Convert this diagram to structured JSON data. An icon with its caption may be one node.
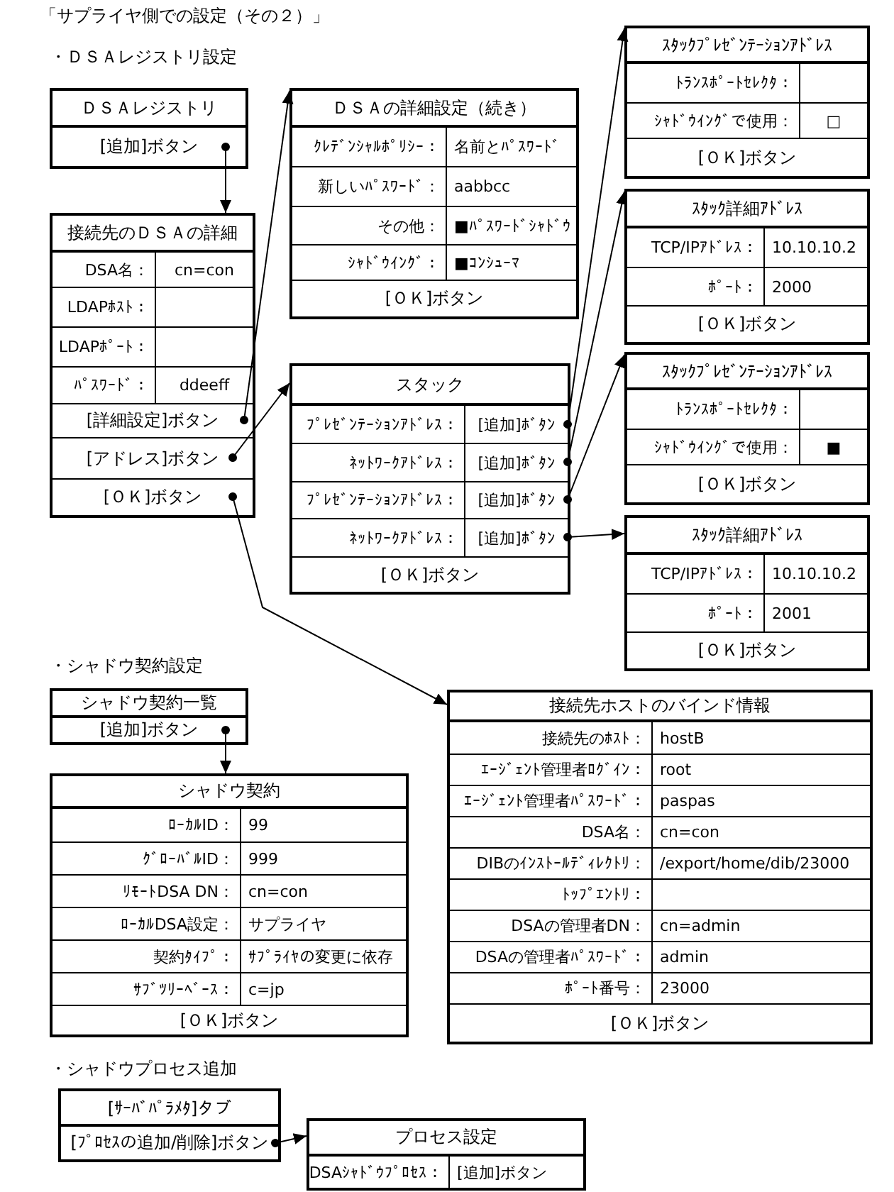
{
  "diagram": {
    "title": "「サプライヤ側での設定（その２）」",
    "nodes": [
      {
        "text": [
          "ＤＳＡレジストリ"
        ]
      },
      {
        "text": [
          "[追加]ボタン"
        ],
        "in": 0
      },
      {
        "text": [
          "接続先のＤＳＡの詳細"
        ]
      },
      {
        "text": [
          "DSA名：",
          "cn=con"
        ],
        "in": 2
      },
      {
        "text": [
          "LDAPﾎｽﾄ："
        ],
        "in": 2
      },
      {
        "text": [
          "LDAPﾎﾟｰﾄ："
        ],
        "in": 2
      },
      {
        "text": [
          "ﾊﾟｽﾜｰﾄﾞ：",
          "ddeeff"
        ],
        "in": 2
      },
      {
        "text": [
          "[詳細設定]ボタン"
        ],
        "in": 2
      },
      {
        "text": [
          "[アドレス]ボタン"
        ],
        "in": 2
      },
      {
        "text": [
          "[ＯＫ]ボタン"
        ],
        "in": 2
      },
      {
        "text": [
          "ＤＳＡの詳細設定（続き）"
        ]
      },
      {
        "text": [
          "ｸﾚﾃﾞﾝｼｬﾙﾎﾟﾘｼｰ：",
          "名前とﾊﾟｽﾜｰﾄﾞ"
        ],
        "in": 10
      },
      {
        "text": [
          "新しいﾊﾟｽﾜｰﾄﾞ：",
          "aabbcc"
        ],
        "in": 10
      },
      {
        "text": [
          "その他：",
          "■ﾊﾟｽﾜｰﾄﾞｼｬﾄﾞｳ"
        ],
        "in": 10
      },
      {
        "text": [
          "ｼｬﾄﾞｳｲﾝｸﾞ：",
          "■ｺﾝｼｭｰﾏ"
        ],
        "in": 10
      },
      {
        "text": [
          "[ＯＫ]ボタン"
        ],
        "in": 10
      },
      {
        "text": [
          "スタック"
        ]
      },
      {
        "text": [
          "ﾌﾟﾚｾﾞﾝﾃｰｼｮﾝｱﾄﾞﾚｽ：",
          "[追加]ﾎﾞﾀﾝ"
        ],
        "in": 16
      },
      {
        "text": [
          "ﾈｯﾄﾜｰｸｱﾄﾞﾚｽ：",
          "[追加]ﾎﾞﾀﾝ"
        ],
        "in": 16
      },
      {
        "text": [
          "ﾌﾟﾚｾﾞﾝﾃｰｼｮﾝｱﾄﾞﾚｽ：",
          "[追加]ﾎﾞﾀﾝ"
        ],
        "in": 16
      },
      {
        "text": [
          "ﾈｯﾄﾜｰｸｱﾄﾞﾚｽ：",
          "[追加]ﾎﾞﾀﾝ"
        ],
        "in": 16
      },
      {
        "text": [
          "[ＯＫ]ボタン"
        ],
        "in": 16
      },
      {
        "text": [
          "ｽﾀｯｸﾌﾟﾚｾﾞﾝﾃｰｼｮﾝｱﾄﾞﾚｽ"
        ]
      },
      {
        "text": [
          "ﾄﾗﾝｽﾎﾟｰﾄｾﾚｸﾀ："
        ],
        "in": 22
      },
      {
        "text": [
          "ｼｬﾄﾞｳｲﾝｸﾞで使用：",
          "□"
        ],
        "in": 22
      },
      {
        "text": [
          "[ＯＫ]ボタン"
        ],
        "in": 22
      },
      {
        "text": [
          "ｽﾀｯｸ詳細ｱﾄﾞﾚｽ"
        ]
      },
      {
        "text": [
          "TCP/IPｱﾄﾞﾚｽ：",
          "10.10.10.2"
        ],
        "in": 26
      },
      {
        "text": [
          "ﾎﾟｰﾄ：",
          "2000"
        ],
        "in": 26
      },
      {
        "text": [
          "[ＯＫ]ボタン"
        ],
        "in": 26
      },
      {
        "text": [
          "ｽﾀｯｸﾌﾟﾚｾﾞﾝﾃｰｼｮﾝｱﾄﾞﾚｽ"
        ]
      },
      {
        "text": [
          "ﾄﾗﾝｽﾎﾟｰﾄｾﾚｸﾀ："
        ],
        "in": 30
      },
      {
        "text": [
          "ｼｬﾄﾞｳｲﾝｸﾞで使用：",
          "■"
        ],
        "in": 30
      },
      {
        "text": [
          "[ＯＫ]ボタン"
        ],
        "in": 30
      },
      {
        "text": [
          "ｽﾀｯｸ詳細ｱﾄﾞﾚｽ"
        ]
      },
      {
        "text": [
          "TCP/IPｱﾄﾞﾚｽ：",
          "10.10.10.2"
        ],
        "in": 34
      },
      {
        "text": [
          "ﾎﾟｰﾄ：",
          "2001"
        ],
        "in": 34
      },
      {
        "text": [
          "[ＯＫ]ボタン"
        ],
        "in": 34
      },
      {
        "text": [
          "シャドウ契約一覧"
        ]
      },
      {
        "text": [
          "[追加]ボタン"
        ],
        "in": 38
      },
      {
        "text": [
          "シャドウ契約"
        ]
      },
      {
        "text": [
          "ﾛｰｶﾙID：",
          "99"
        ],
        "in": 40
      },
      {
        "text": [
          "ｸﾞﾛｰﾊﾞﾙID：",
          "999"
        ],
        "in": 40
      },
      {
        "text": [
          "ﾘﾓｰﾄDSA DN：",
          "cn=con"
        ],
        "in": 40
      },
      {
        "text": [
          "ﾛｰｶﾙDSA設定：",
          "サプライヤ"
        ],
        "in": 40
      },
      {
        "text": [
          "契約ﾀｲﾌﾟ：",
          "ｻﾌﾟﾗｲﾔの変更に依存"
        ],
        "in": 40
      },
      {
        "text": [
          "ｻﾌﾞﾂﾘｰﾍﾞｰｽ：",
          "c=jp"
        ],
        "in": 40
      },
      {
        "text": [
          "[ＯＫ]ボタン"
        ],
        "in": 40
      },
      {
        "text": [
          "接続先ホストのバインド情報"
        ]
      },
      {
        "text": [
          "接続先のﾎｽﾄ：",
          "hostB"
        ],
        "in": 48
      },
      {
        "text": [
          "ｴｰｼﾞｪﾝﾄ管理者ﾛｸﾞｲﾝ：",
          "root"
        ],
        "in": 48
      },
      {
        "text": [
          "ｴｰｼﾞｪﾝﾄ管理者ﾊﾟｽﾜｰﾄﾞ：",
          "paspas"
        ],
        "in": 48
      },
      {
        "text": [
          "DSA名：",
          "cn=con"
        ],
        "in": 48
      },
      {
        "text": [
          "DIBのｲﾝｽﾄｰﾙﾃﾞｨﾚｸﾄﾘ：",
          "/export/home/dib/23000"
        ],
        "in": 48
      },
      {
        "text": [
          "ﾄｯﾌﾟｴﾝﾄﾘ："
        ],
        "in": 48
      },
      {
        "text": [
          "DSAの管理者DN：",
          "cn=admin"
        ],
        "in": 48
      },
      {
        "text": [
          "DSAの管理者ﾊﾟｽﾜｰﾄﾞ：",
          "admin"
        ],
        "in": 48
      },
      {
        "text": [
          "ﾎﾟｰﾄ番号：",
          "23000"
        ],
        "in": 48
      },
      {
        "text": [
          "[ＯＫ]ボタン"
        ],
        "in": 48
      },
      {
        "text": [
          "[ｻｰﾊﾞﾊﾟﾗﾒﾀ]タブ"
        ]
      },
      {
        "text": [
          "[ﾌﾟﾛｾｽの追加/削除]ボタン"
        ],
        "in": 59
      },
      {
        "text": [
          "プロセス設定"
        ]
      },
      {
        "text": [
          "DSAｼｬﾄﾞｳﾌﾟﾛｾｽ：",
          "[追加]ボタン"
        ],
        "in": 61
      }
    ],
    "edges": [
      {
        "from": 1,
        "to": 2,
        "arrow": "to"
      },
      {
        "from": 7,
        "to": 10,
        "arrow": "to"
      },
      {
        "from": 8,
        "to": 16,
        "arrow": "to"
      },
      {
        "from": 9,
        "to": 48,
        "arrow": "to"
      },
      {
        "from": 17,
        "to": 22,
        "arrow": "to"
      },
      {
        "from": 18,
        "to": 26,
        "arrow": "to"
      },
      {
        "from": 19,
        "to": 30,
        "arrow": "to"
      },
      {
        "from": 20,
        "to": 34,
        "arrow": "to"
      },
      {
        "from": 39,
        "to": 40,
        "arrow": "to"
      },
      {
        "from": 60,
        "to": 61,
        "arrow": "to"
      }
    ],
    "labels": [
      "・ＤＳＡレジストリ設定",
      "・シャドウ契約設定",
      "・シャドウプロセス追加"
    ]
  }
}
